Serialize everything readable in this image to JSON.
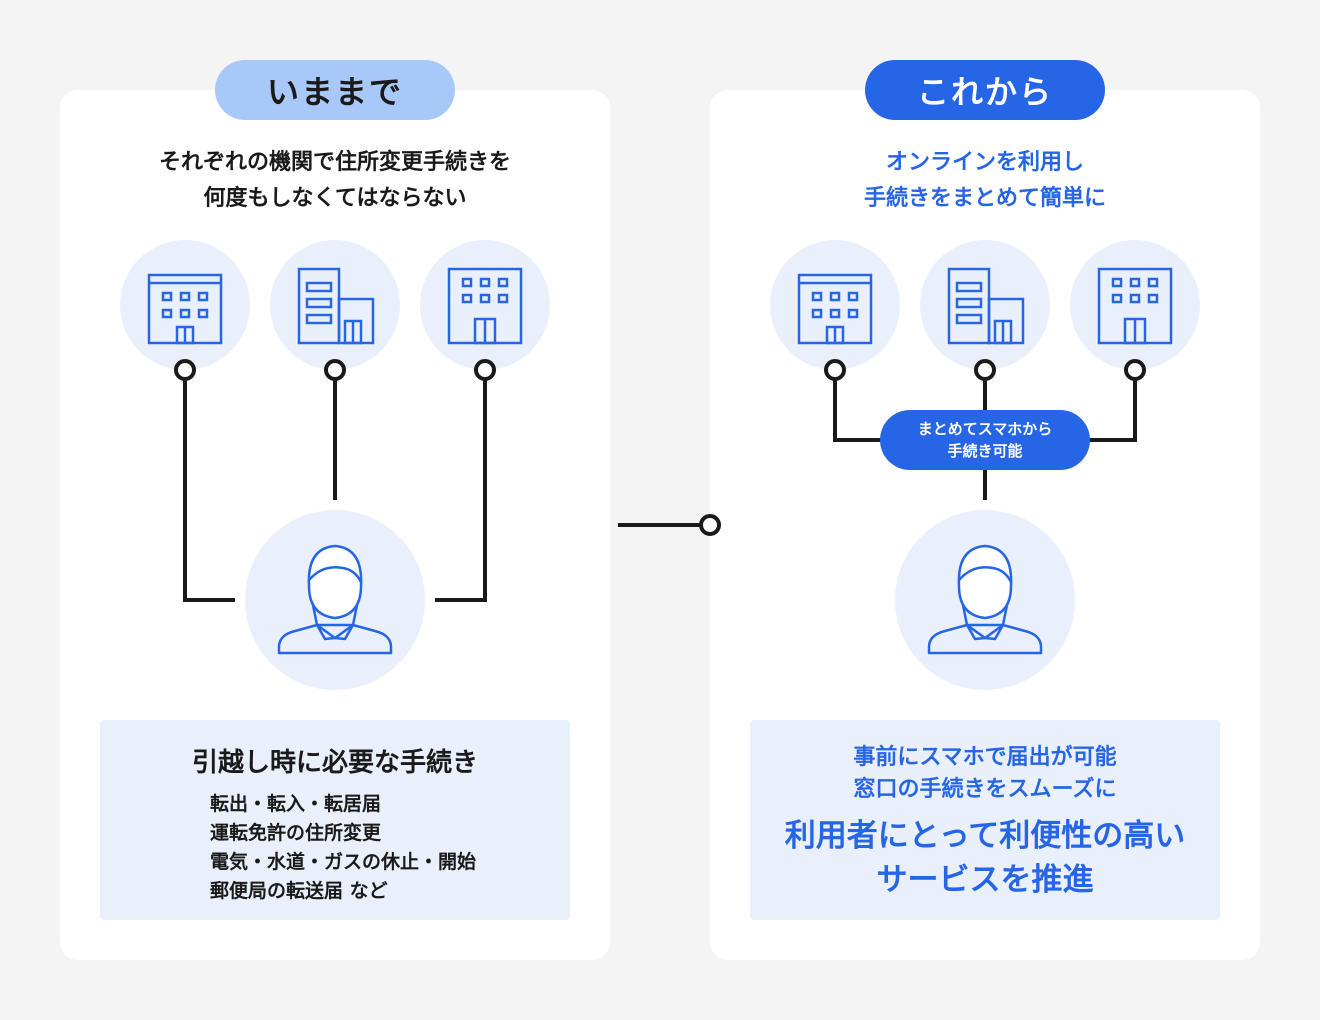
{
  "before": {
    "label": "いままで",
    "headline": [
      "それぞれの機関で住所変更手続きを",
      "何度もしなくてはならない"
    ],
    "info": {
      "title": "引越し時に必要な手続き",
      "items": [
        "転出・転入・転居届",
        "運転免許の住所変更",
        "電気・水道・ガスの休止・開始",
        "郵便局の転送届 など"
      ]
    }
  },
  "after": {
    "label": "これから",
    "headline": [
      "オンラインを利用し",
      "手続きをまとめて簡単に"
    ],
    "note": [
      "まとめてスマホから",
      "手続き可能"
    ],
    "info": {
      "lines_small": [
        "事前にスマホで届出が可能",
        "窓口の手続きをスムーズに"
      ],
      "lines_big": [
        "利用者にとって利便性の高い",
        "サービスを推進"
      ]
    }
  },
  "colors": {
    "accent": "#2666e6",
    "pill_before": "#a9c8fa",
    "circle_bg": "#e9f0fc",
    "line": "#1a1a1a",
    "background": "#f5f4f5"
  },
  "icons": [
    "office-building-icon",
    "tall-building-icon",
    "city-hall-icon",
    "user-person-icon"
  ]
}
